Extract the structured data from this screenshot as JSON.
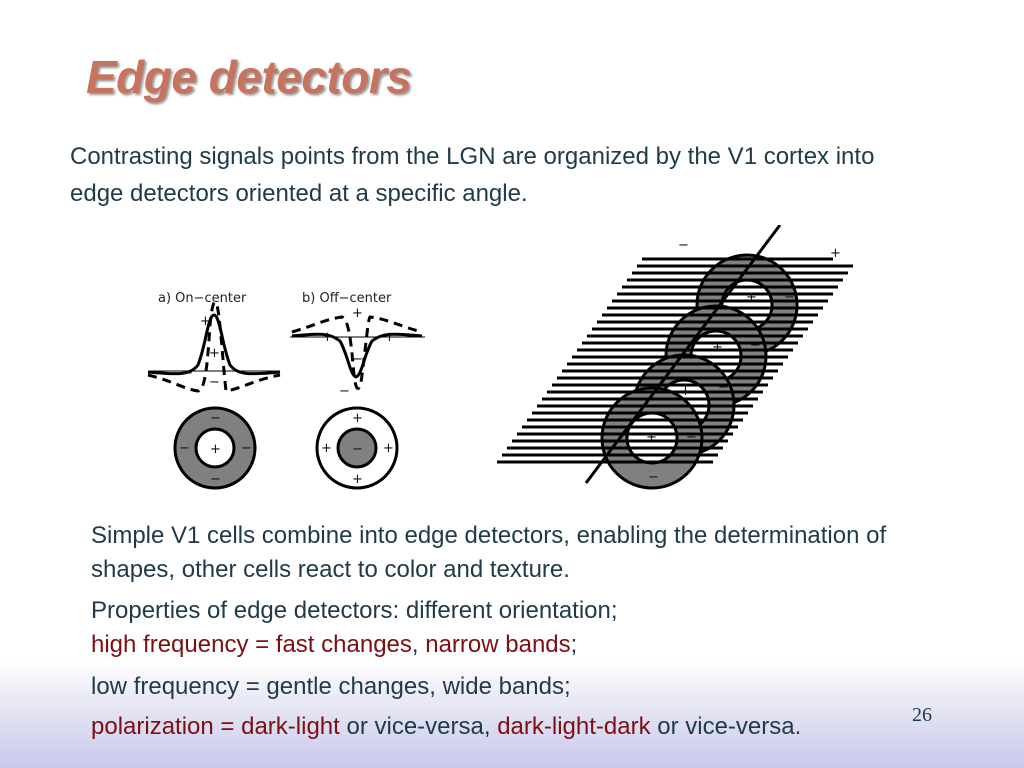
{
  "slide": {
    "title": "Edge detectors",
    "intro": "Contrasting signals points from the LGN are organized by the V1 cortex into edge detectors oriented at a specific angle.",
    "paragraph1": "Simple V1 cells combine into edge detectors, enabling the determination of shapes, other cells react to color and texture.",
    "paragraph2_start": "Properties of edge detectors: different orientation;",
    "high_frequency": "high frequency = fast changes",
    "comma": ", ",
    "narrow_bands": "narrow bands",
    "semicolon": ";",
    "paragraph3": "low frequency = gentle changes, wide bands;",
    "polarization": "polarization = dark-light",
    "or_vice_versa_1": " or vice-versa, ",
    "dark_light_dark": "dark-light-dark",
    "or_vice_versa_2": " or vice-versa.",
    "page_number": "26"
  },
  "diagram": {
    "label_a": "a) On−center",
    "label_b": "b) Off−center",
    "plus": "+",
    "minus": "−",
    "colors": {
      "ring": "#808080",
      "line": "#000000",
      "center": "#ffffff"
    }
  }
}
